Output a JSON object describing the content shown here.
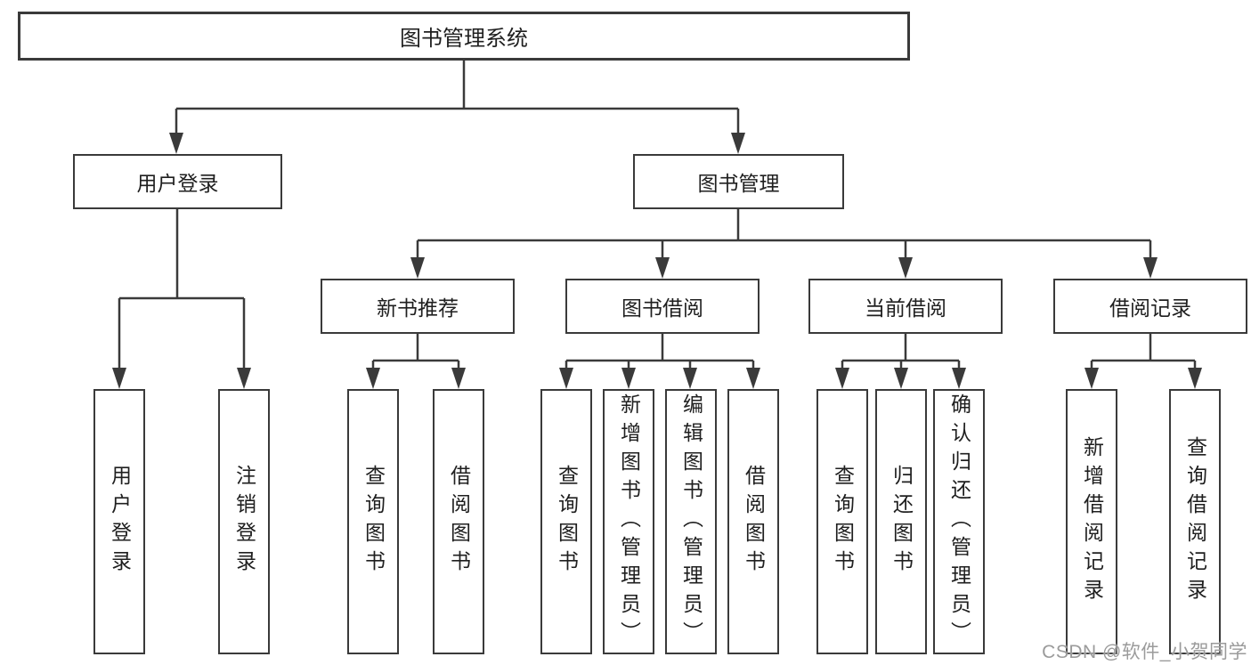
{
  "diagram_title": "图书管理系统",
  "nodes": {
    "root": {
      "label": "图书管理系统"
    },
    "user_login": {
      "label": "用户登录"
    },
    "book_mgmt": {
      "label": "图书管理"
    },
    "new_book_rec": {
      "label": "新书推荐"
    },
    "book_borrow": {
      "label": "图书借阅"
    },
    "current_borrow": {
      "label": "当前借阅"
    },
    "borrow_record": {
      "label": "借阅记录"
    },
    "leaf_user_login": {
      "label": "用户登录"
    },
    "leaf_logout": {
      "label": "注销登录"
    },
    "leaf_query_book_rec": {
      "label": "查询图书"
    },
    "leaf_borrow_book_rec": {
      "label": "借阅图书"
    },
    "leaf_query_book_borrow": {
      "label": "查询图书"
    },
    "leaf_add_book": {
      "label": "新增图书（管理员）"
    },
    "leaf_edit_book": {
      "label": "编辑图书（管理员）"
    },
    "leaf_borrow_book_borrow": {
      "label": "借阅图书"
    },
    "leaf_query_book_current": {
      "label": "查询图书"
    },
    "leaf_return_book": {
      "label": "归还图书"
    },
    "leaf_confirm_return": {
      "label": "确认归还（管理员）"
    },
    "leaf_add_borrow_record": {
      "label": "新增借阅记录"
    },
    "leaf_query_borrow_record": {
      "label": "查询借阅记录"
    }
  },
  "hierarchy": {
    "图书管理系统": {
      "用户登录": [
        "用户登录",
        "注销登录"
      ],
      "图书管理": {
        "新书推荐": [
          "查询图书",
          "借阅图书"
        ],
        "图书借阅": [
          "查询图书",
          "新增图书（管理员）",
          "编辑图书（管理员）",
          "借阅图书"
        ],
        "当前借阅": [
          "查询图书",
          "归还图书",
          "确认归还（管理员）"
        ],
        "借阅记录": [
          "新增借阅记录",
          "查询借阅记录"
        ]
      }
    }
  },
  "watermark": "CSDN @软件_小贺同学",
  "colors": {
    "line": "#3a3a3a",
    "border": "#3a3a3a",
    "text": "#1f1f1f",
    "watermark": "#9b9b9b",
    "background": "#ffffff"
  }
}
